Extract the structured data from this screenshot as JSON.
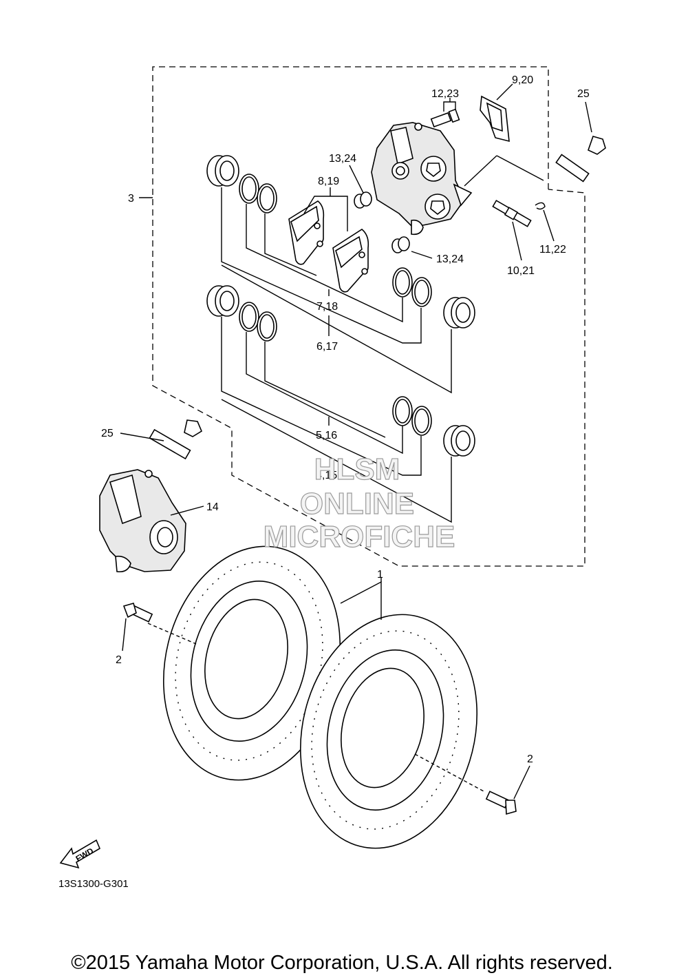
{
  "callouts": {
    "c1": "1",
    "c2a": "2",
    "c2b": "2",
    "c3": "3",
    "c4": "4,15",
    "c5": "5,16",
    "c6": "6,17",
    "c7": "7,18",
    "c8": "8,19",
    "c9": "9,20",
    "c10": "10,21",
    "c11": "11,22",
    "c12": "12,23",
    "c13a": "13,24",
    "c13b": "13,24",
    "c14": "14",
    "c25a": "25",
    "c25b": "25"
  },
  "watermark": {
    "line1": "HLSM",
    "line2": "ONLINE",
    "line3": "MICROFICHE"
  },
  "fwd_label": "FWD",
  "diagram_code": "13S1300-G301",
  "copyright": "©2015 Yamaha Motor Corporation, U.S.A. All rights reserved."
}
